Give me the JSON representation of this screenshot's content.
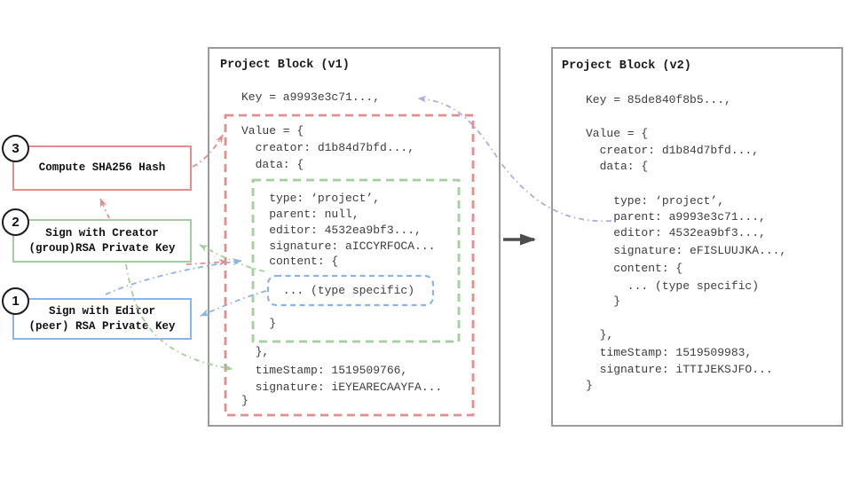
{
  "diagram": {
    "v1": {
      "title": "Project Block (v1)",
      "lines": [
        "Key = a9993e3c71...,",
        "Value = {",
        "  creator: d1b84d7bfd...,",
        "  data: {",
        "    type: ‘project’,",
        "    parent: null,",
        "    editor: 4532ea9bf3...,",
        "    signature: aICCYRFOCA...",
        "    content: {",
        "      ... (type specific)",
        "    }",
        "  },",
        "  timeStamp: 1519509766,",
        "  signature: iEYEARECAAYFA...",
        "}"
      ]
    },
    "v2": {
      "title": "Project Block (v2)",
      "lines": [
        "Key = 85de840f8b5...,",
        "Value = {",
        "  creator: d1b84d7bfd...,",
        "  data: {",
        "    type: ‘project’,",
        "    parent: a9993e3c71...,",
        "    editor: 4532ea9bf3...,",
        "    signature: eFISLUUJKA...,",
        "    content: {",
        "      ... (type specific)",
        "    }",
        "  },",
        "  timeStamp: 1519509983,",
        "  signature: iTTIJEKSJFO...",
        "}"
      ]
    },
    "steps": {
      "step1": {
        "number": "1",
        "line1": "Sign with Editor",
        "line2": "(peer) RSA Private Key"
      },
      "step2": {
        "number": "2",
        "line1": "Sign with Creator",
        "line2": "(group)RSA Private Key"
      },
      "step3": {
        "number": "3",
        "line1": "Compute SHA256 Hash"
      }
    },
    "colors": {
      "red": "#e38d8d",
      "green": "#a3cf9e",
      "blue": "#8eb3e9",
      "purple": "#b2aae2",
      "gray_border": "#9a9a9a",
      "arrow": "#4d4d4d"
    }
  }
}
